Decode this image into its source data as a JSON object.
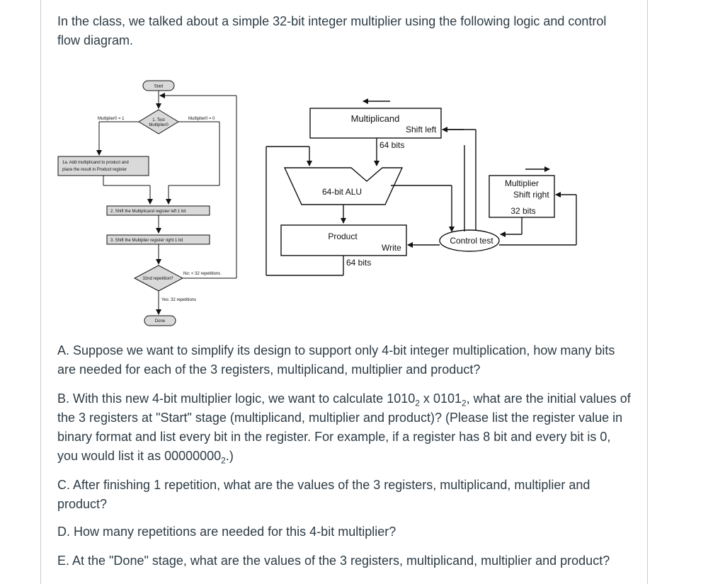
{
  "intro": {
    "text": "In the class, we talked about a simple 32-bit integer multiplier using the following logic and control flow diagram."
  },
  "flowchart": {
    "start": "Start",
    "test_line1": "1. Test",
    "test_line2": "Multiplier0",
    "cond_one": "Multiplier0 = 1",
    "cond_zero": "Multiplier0 = 0",
    "step1a_line1": "1a. Add multiplicand to product and",
    "step1a_line2": "place the result in Product register",
    "step2": "2. Shift the Multiplicand register left 1 bit",
    "step3": "3. Shift the Multiplier register right 1 bit",
    "decision": "32nd repetition?",
    "no_label": "No: < 32 repetitions",
    "yes_label": "Yes: 32 repetitions",
    "done": "Done"
  },
  "datapath": {
    "multiplicand": "Multiplicand",
    "shift_left": "Shift left",
    "bits64_top": "64 bits",
    "alu": "64-bit ALU",
    "product": "Product",
    "write": "Write",
    "bits64_bottom": "64 bits",
    "multiplier": "Multiplier",
    "shift_right": "Shift right",
    "bits32": "32 bits",
    "control_test": "Control test"
  },
  "questions": {
    "a": "A. Suppose we want to simplify its design to support only 4-bit integer multiplication, how many bits are needed for each of the 3 registers, multiplicand, multiplier and product?",
    "b_pre": "B. With this new 4-bit multiplier logic, we want to calculate ",
    "b_num1": "1010",
    "b_sub1": "2",
    "b_x": " x ",
    "b_num2": "0101",
    "b_sub2": "2",
    "b_mid": ", what are the initial values of the 3 registers at \"Start\" stage (multiplicand, multiplier and product)? (Please list the register value in binary format and list every bit in the register.  For example, if a register has 8 bit and every bit is 0, you would list it as ",
    "b_num3": "00000000",
    "b_sub3": "2",
    "b_end": ".)",
    "c": "C. After finishing 1 repetition, what are the values of the 3 registers, multiplicand, multiplier and product?",
    "d": "D. How many repetitions are needed for this 4-bit multiplier?",
    "e": "E. At the \"Done\" stage, what are the values of the 3 registers, multiplicand, multiplier and product?"
  }
}
